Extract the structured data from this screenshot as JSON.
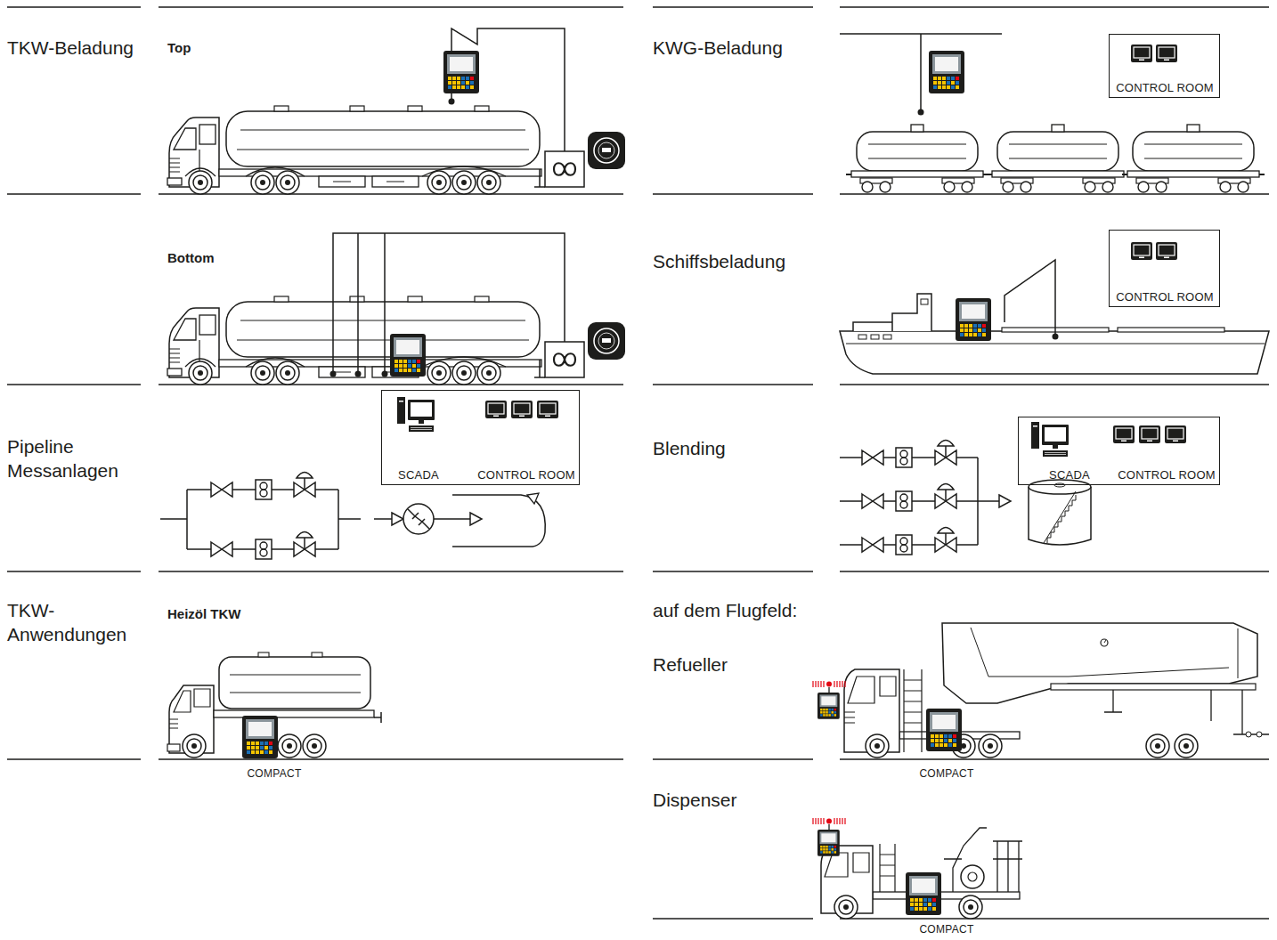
{
  "diagram": {
    "nodes": [
      {
        "text": [
          "CONTROL ROOM"
        ]
      },
      {
        "text": [
          "CONTROL ROOM"
        ]
      },
      {
        "text": [
          "SCADA",
          "CONTROL ROOM"
        ]
      },
      {
        "text": [
          "SCADA",
          "CONTROL ROOM"
        ]
      }
    ],
    "labels": [
      "TKW-Beladung",
      "Top",
      "KWG-Beladung",
      "Bottom",
      "Schiffsbeladung",
      "Pipeline Messanlagen",
      "Blending",
      "TKW- Anwendungen",
      "Heizöl TKW",
      "auf dem Flugfeld:",
      "Refueller",
      "COMPACT",
      "COMPACT",
      "Dispenser",
      "COMPACT"
    ]
  }
}
